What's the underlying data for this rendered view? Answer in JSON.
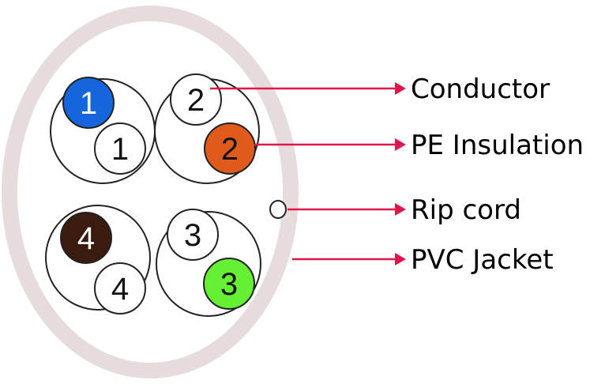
{
  "colors": {
    "jacket": "#e7dcdc",
    "outline": "#222222",
    "leader": "#e2154a",
    "blue": "#1565dc",
    "orange": "#e05a1c",
    "brown": "#3b1a10",
    "green": "#66f033",
    "white": "#ffffff"
  },
  "pairs": [
    {
      "colored_label": "1",
      "white_label": "1",
      "color_key": "blue"
    },
    {
      "colored_label": "2",
      "white_label": "2",
      "color_key": "orange"
    },
    {
      "colored_label": "4",
      "white_label": "4",
      "color_key": "brown"
    },
    {
      "colored_label": "3",
      "white_label": "3",
      "color_key": "green"
    }
  ],
  "callouts": [
    {
      "label": "Conductor"
    },
    {
      "label": "PE Insulation"
    },
    {
      "label": "Rip cord"
    },
    {
      "label": "PVC Jacket"
    }
  ]
}
